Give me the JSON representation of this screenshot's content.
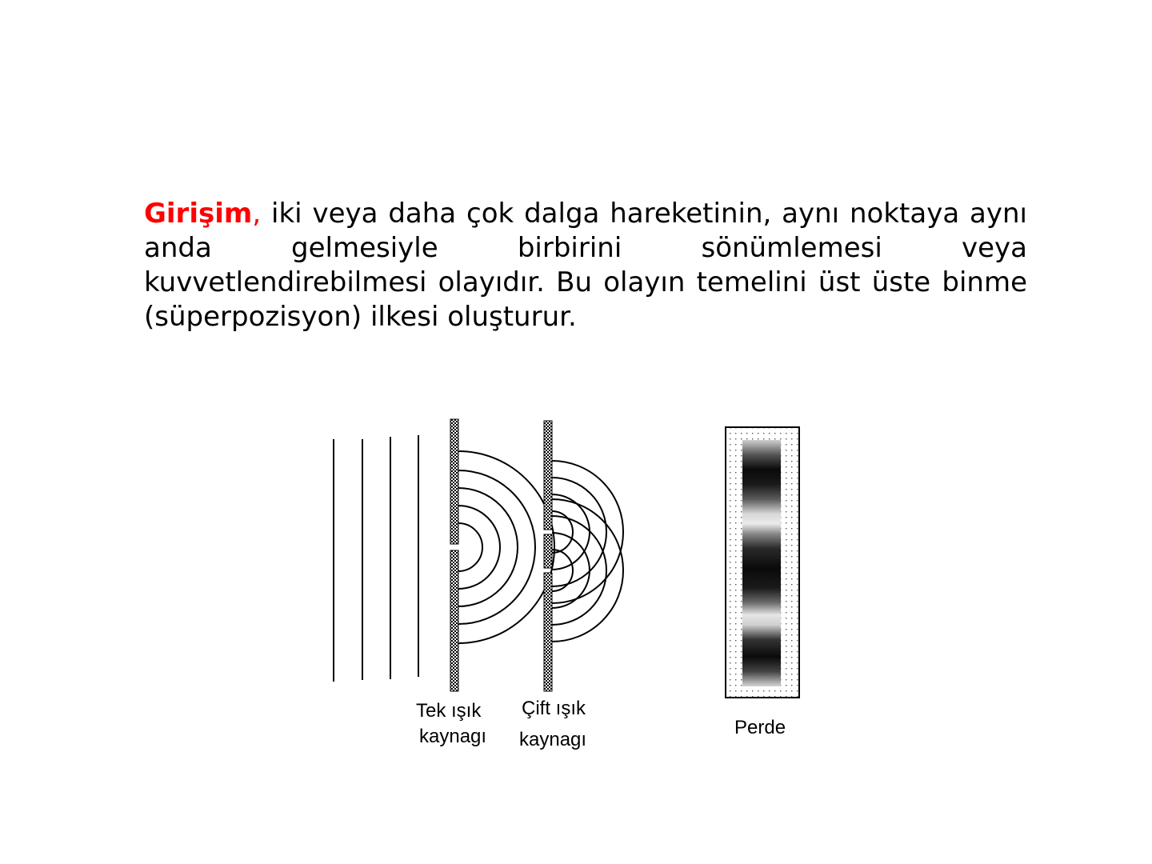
{
  "paragraph": {
    "term": "Girişim",
    "comma": ",",
    "text": " iki veya daha çok dalga hareketinin, aynı noktaya aynı anda gelmesiyle birbirini sönümlemesi veya kuvvetlendirebilmesi olayıdır. Bu olayın temelini üst üste binme (süperpozisyon) ilkesi oluşturur.",
    "term_color": "#ff0000"
  },
  "diagram": {
    "single_source": {
      "line1": "Tek ışık",
      "line2": "kaynagı"
    },
    "double_source": {
      "line1": "Çift ışık",
      "line2": "kaynagı"
    },
    "screen": {
      "label": "Perde"
    }
  }
}
